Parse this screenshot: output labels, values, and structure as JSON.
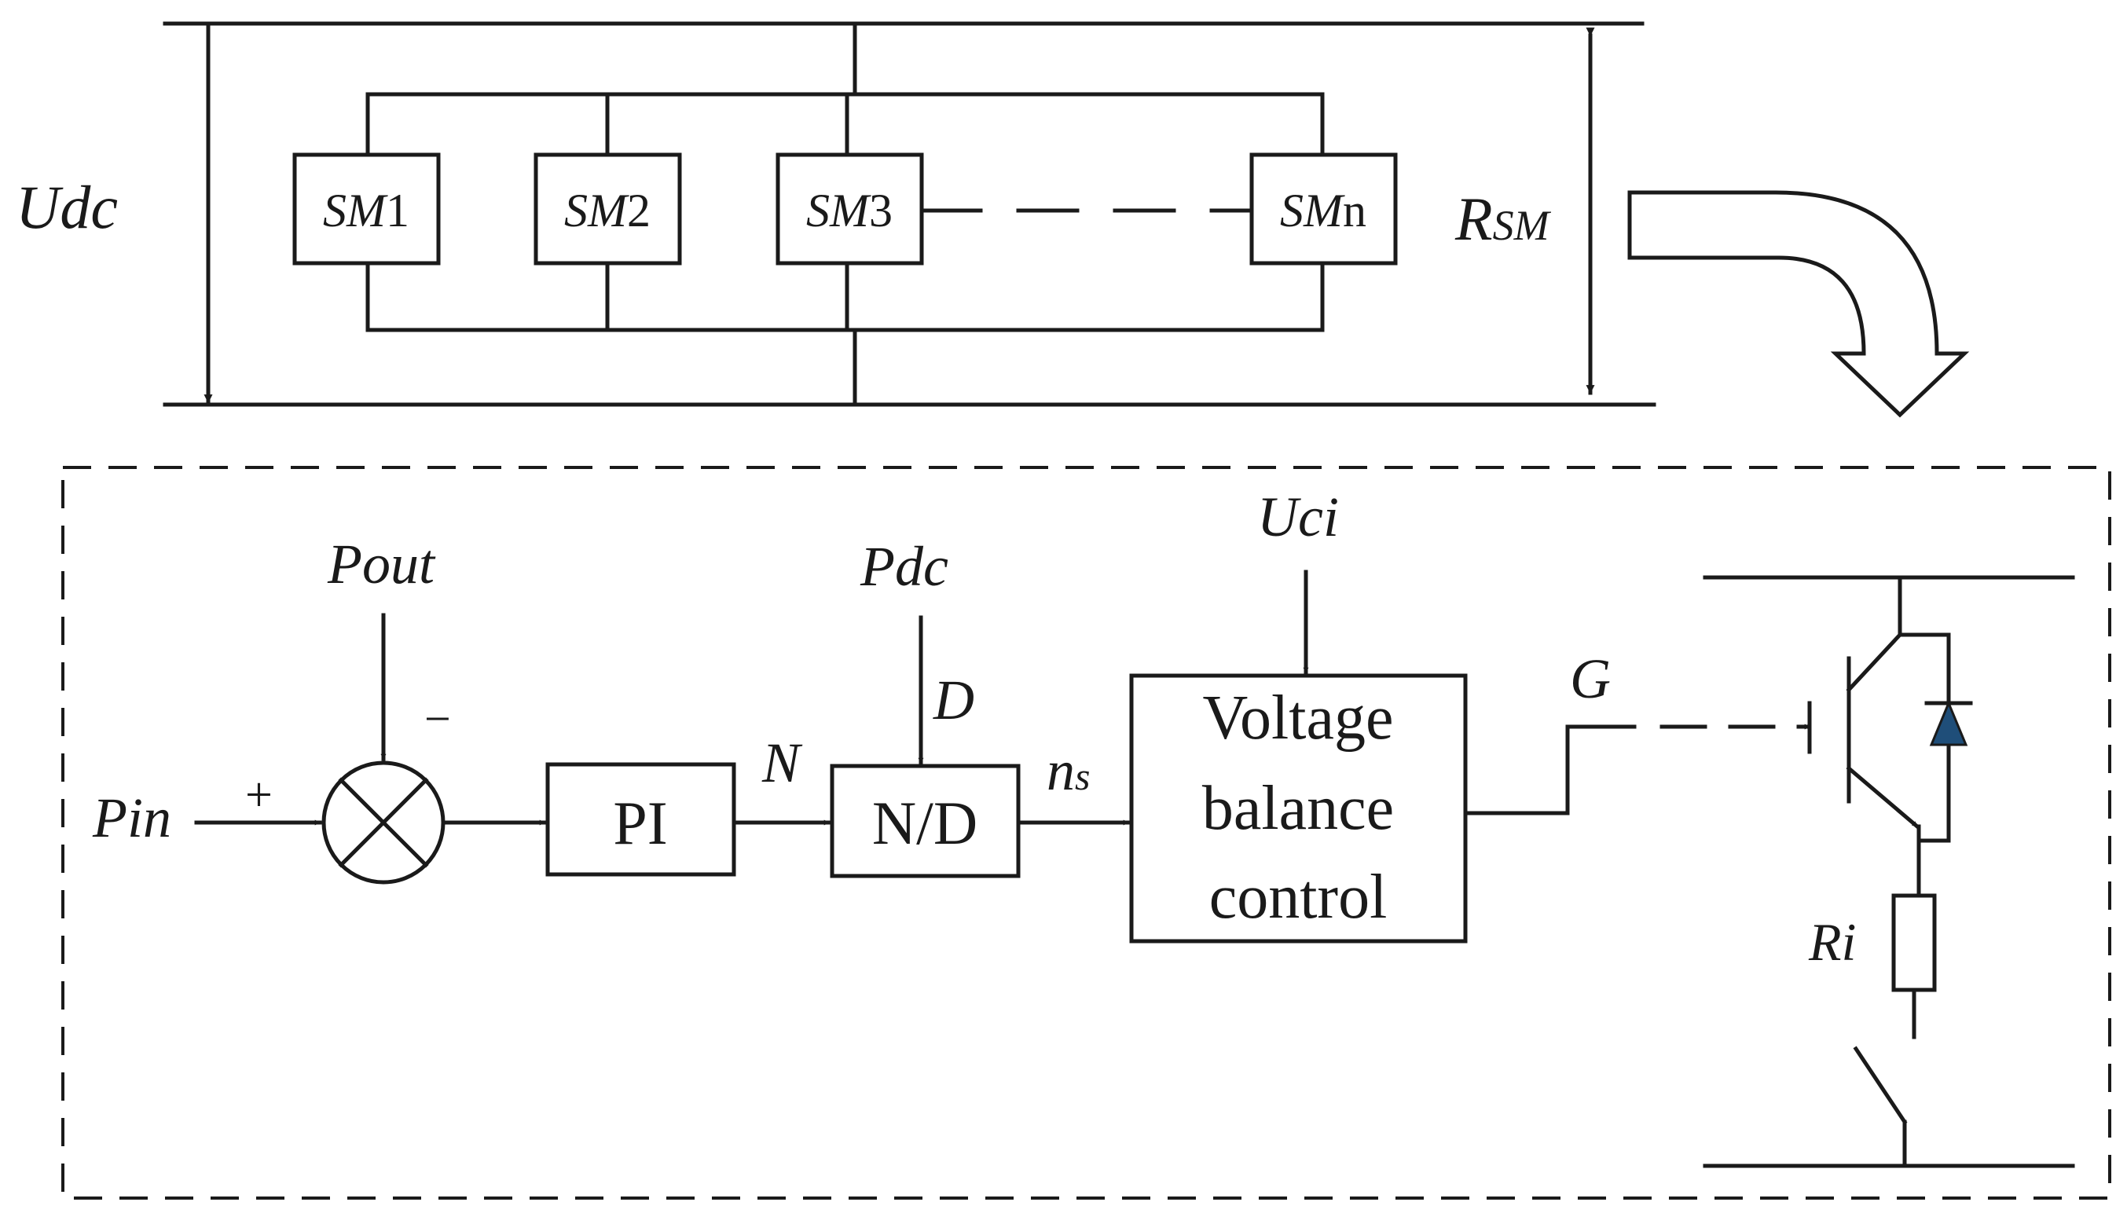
{
  "colors": {
    "line": "#1a1a1a",
    "background": "#ffffff",
    "diode": "#1f4e79"
  },
  "top": {
    "udc": {
      "main": "U",
      "sub": "dc"
    },
    "rsm": {
      "main": "R",
      "sub": "SM"
    },
    "modules": [
      {
        "prefix": "SM",
        "index": "1"
      },
      {
        "prefix": "SM",
        "index": "2"
      },
      {
        "prefix": "SM",
        "index": "3"
      },
      {
        "prefix": "SM",
        "index": "n"
      }
    ]
  },
  "control": {
    "pin": "Pin",
    "pout": "Pout",
    "plus": "+",
    "minus": "−",
    "pi": "PI",
    "n_signal": "N",
    "nd": "N/D",
    "pdc": "Pdc",
    "d": "D",
    "ns": {
      "main": "n",
      "sub": "s"
    },
    "uci": "Uci",
    "vbc": [
      "Voltage",
      "balance",
      "control"
    ],
    "g": "G",
    "ri": "Ri"
  }
}
